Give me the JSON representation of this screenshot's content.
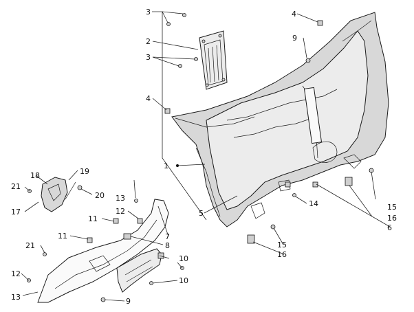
{
  "diagram": {
    "callouts": [
      {
        "id": "c3a",
        "text": "3"
      },
      {
        "id": "c4a",
        "text": "4"
      },
      {
        "id": "c9a",
        "text": "9"
      },
      {
        "id": "c2",
        "text": "2"
      },
      {
        "id": "c3b",
        "text": "3"
      },
      {
        "id": "c4b",
        "text": "4"
      },
      {
        "id": "c1",
        "text": "1"
      },
      {
        "id": "c18",
        "text": "18"
      },
      {
        "id": "c19",
        "text": "19"
      },
      {
        "id": "c21a",
        "text": "21"
      },
      {
        "id": "c20",
        "text": "20"
      },
      {
        "id": "c17",
        "text": "17"
      },
      {
        "id": "c13a",
        "text": "13"
      },
      {
        "id": "c12a",
        "text": "12"
      },
      {
        "id": "c11a",
        "text": "11"
      },
      {
        "id": "c5",
        "text": "5"
      },
      {
        "id": "c14",
        "text": "14"
      },
      {
        "id": "c15a",
        "text": "15"
      },
      {
        "id": "c16a",
        "text": "16"
      },
      {
        "id": "c6",
        "text": "6"
      },
      {
        "id": "c7",
        "text": "7"
      },
      {
        "id": "c11b",
        "text": "11"
      },
      {
        "id": "c8",
        "text": "8"
      },
      {
        "id": "c15b",
        "text": "15"
      },
      {
        "id": "c16b",
        "text": "16"
      },
      {
        "id": "c21b",
        "text": "21"
      },
      {
        "id": "c10a",
        "text": "10"
      },
      {
        "id": "c12b",
        "text": "12"
      },
      {
        "id": "c10b",
        "text": "10"
      },
      {
        "id": "c13b",
        "text": "13"
      },
      {
        "id": "c9b",
        "text": "9"
      }
    ]
  }
}
